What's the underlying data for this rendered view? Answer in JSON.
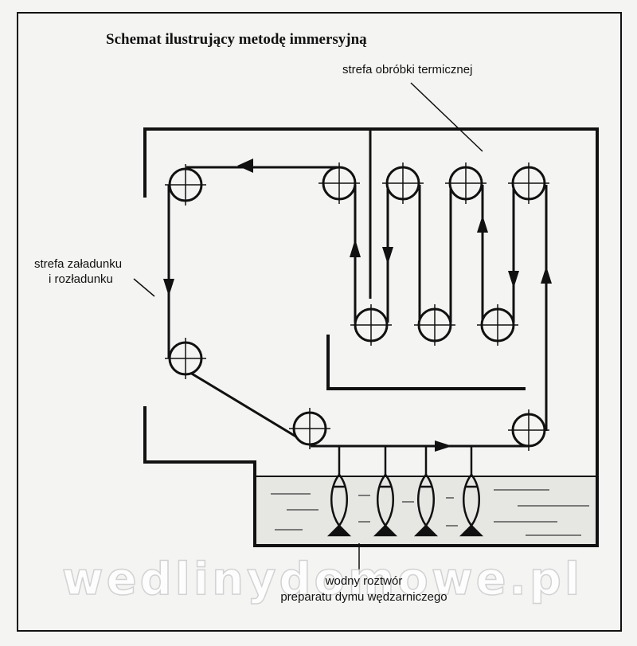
{
  "title": "Schemat ilustrujący metodę immersyjną",
  "labels": {
    "thermal_zone": "strefa obróbki termicznej",
    "loading_zone_line1": "strefa załadunku",
    "loading_zone_line2": "i rozładunku",
    "solution_line1": "wodny roztwór",
    "solution_line2": "preparatu dymu wędzarniczego"
  },
  "watermark": "wedlinydomowe.pl",
  "colors": {
    "line": "#111111",
    "water": "#e6e6e3",
    "background": "#f4f4f2"
  }
}
